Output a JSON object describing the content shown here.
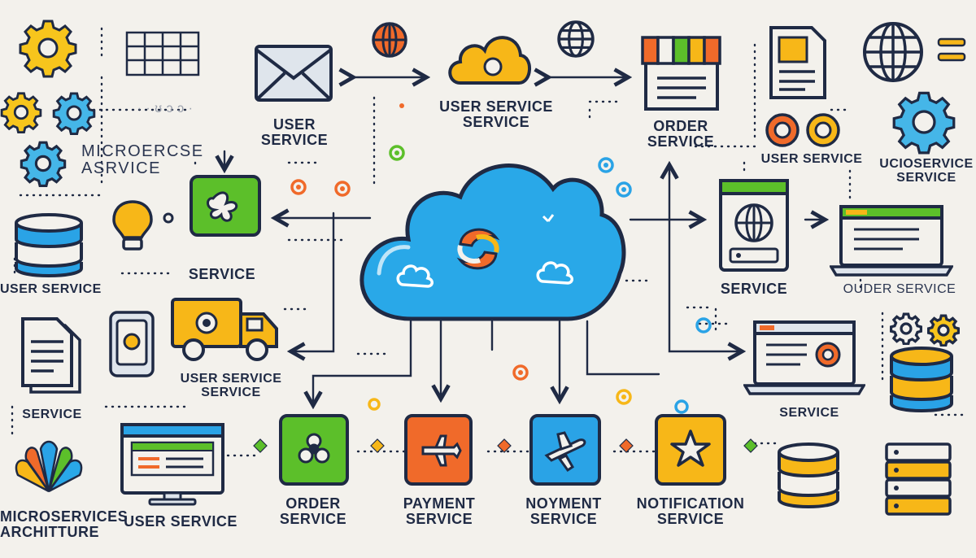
{
  "labels": {
    "microservices_architecture": "MICROSERVICES\nARCHITTURE",
    "microercse_asrvice": "MICROERCSE\nASRVICE",
    "user_service_left": "USER SERVICE",
    "service_left_doc": "SERVICE",
    "user_service_top": "USER\nSERVICE",
    "user_service_service_top": "USER SERVICE\nSERVICE",
    "order_service_top": "ORDER\nSERVICE",
    "user_service_top_right": "USER SERVICE",
    "ucioservice_service": "UCIOSERVICE\nSERVICE",
    "service_mid_left": "SERVICE",
    "user_service_service_mid": "USER SERVICE\nSERVICE",
    "service_right_monitor": "SERVICE",
    "ouder_service": "OUDER SERVICE",
    "service_right_laptop": "SERVICE",
    "user_service_bottom": "USER SERVICE",
    "order_service_bottom": "ORDER\nSERVICE",
    "payment_service": "PAYMENT\nSERVICE",
    "noyment_service": "NOYMENT\nSERVICE",
    "notification_service": "NOTIFICATION\nSERVICE",
    "faint_text": "· · ʊ ɔ ɔ ·"
  },
  "colors": {
    "background": "#f3f1ec",
    "outline": "#1f2a44",
    "cloud_blue": "#29a8e8",
    "green": "#5cbf2a",
    "orange": "#f06a2a",
    "blue_tile": "#2aa3e6",
    "yellow": "#f7b718",
    "gear_yellow": "#f7c51c",
    "gear_blue": "#45b6e8"
  },
  "icons": [
    "gear-icon",
    "grid-icon",
    "mail-icon",
    "globe-icon",
    "cloud-icon",
    "storefront-icon",
    "document-icon",
    "database-icon",
    "lightbulb-icon",
    "puzzle-tile-icon",
    "truck-icon",
    "phone-icon",
    "monitor-icon",
    "laptop-icon",
    "star-tile-icon",
    "airplane-tile-icon",
    "hub-tile-icon",
    "fan-logo-icon",
    "server-rack-icon",
    "target-icon"
  ]
}
